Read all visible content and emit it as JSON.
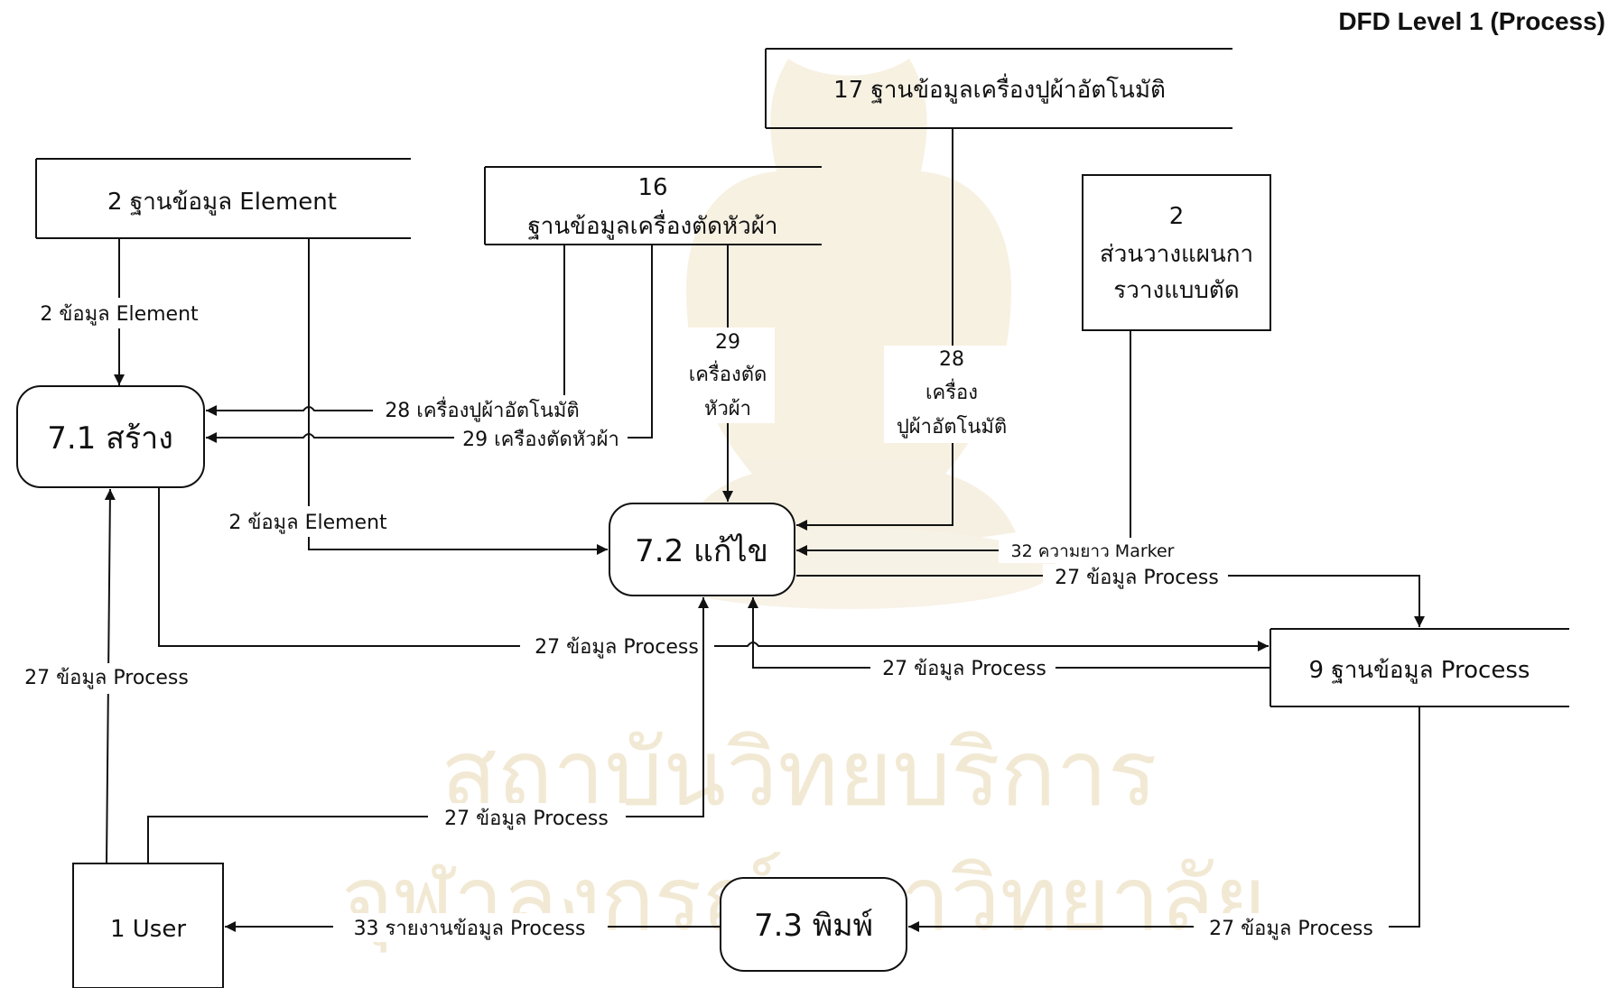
{
  "title": "DFD Level 1 (Process)",
  "watermark": {
    "line1": "สถาบันวิทยบริการ",
    "line2": "จุฬาลงกรณ์มหาวิทยาลัย"
  },
  "processes": {
    "create": "7.1 สร้าง",
    "edit": "7.2 แก้ไข",
    "print": "7.3 พิมพ์"
  },
  "entities": {
    "user": "1 User",
    "planning": [
      "2",
      "ส่วนวางแผนกา",
      "รวางแบบตัด"
    ]
  },
  "stores": {
    "element": "2 ฐานข้อมูล Element",
    "cutter": [
      "16",
      "ฐานข้อมูลเครื่องตัดหัวผ้า"
    ],
    "spreader": "17 ฐานข้อมูลเครื่องปูผ้าอัตโนมัติ",
    "process": "9 ฐานข้อมูล Process"
  },
  "flows": {
    "element_to_create": "2 ข้อมูล Element",
    "element_to_edit": "2 ข้อมูล Element",
    "spreader_to_create": "28 เครื่องปูผ้าอัตโนมัติ",
    "cutter_to_create": "29 เครืองตัดหัวผ้า",
    "cutter_to_edit": [
      "29",
      "เครื่องตัด",
      "หัวผ้า"
    ],
    "spreader_to_edit": [
      "28",
      "เครื่อง",
      "ปูผ้าอัตโนมัติ"
    ],
    "marker_length": "32 ความยาว Marker",
    "edit_to_store": "27 ข้อมูล Process",
    "create_to_store": "27 ข้อมูล Process",
    "store_to_edit": "27 ข้อมูล Process",
    "user_to_create": "27 ข้อมูล Process",
    "user_to_edit": "27 ข้อมูล Process",
    "store_to_print": "27 ข้อมูล Process",
    "report": "33 รายงานข้อมูล Process"
  }
}
